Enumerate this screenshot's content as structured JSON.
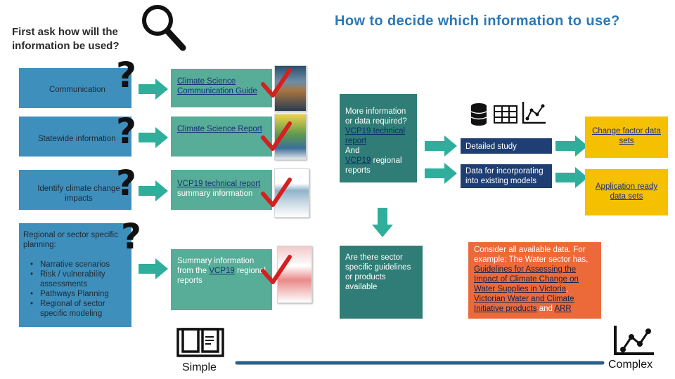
{
  "header": {
    "title": "How to decide which information to use?",
    "first_ask": "First ask  how will the information be used?"
  },
  "left_boxes": {
    "communication": "Communication",
    "statewide": "Statewide information",
    "identify": "Identify climate change impacts",
    "regional_title": "Regional or sector  specific planning:",
    "regional_items": [
      "Narrative scenarios",
      "Risk / vulnerability assessments",
      "Pathways Planning",
      "Regional of sector specific modeling"
    ]
  },
  "question_mark": "?",
  "resources": {
    "guide": "Climate Science Communication Guide",
    "report": "Climate Science Report",
    "vcp19_link": "VCP19 technical report",
    "vcp19_rest": " summary information",
    "summary_pre": "Summary information from the ",
    "summary_link": "VCP19",
    "summary_post": " regional reports"
  },
  "center": {
    "more_info": "More information or data required?",
    "vcp19_tech": "VCP19 technical report",
    "and": "And",
    "vcp19": "VCP19",
    "regional_reports": " regional reports",
    "sector": "Are there sector specific guidelines or products available"
  },
  "right": {
    "detailed_study": "Detailed study",
    "incorporating": "Data for incorporating into existing models",
    "change_factor": "Change factor data sets",
    "application_ready": "Application ready data sets",
    "consider": "Consider all available data. For example: The Water sector has, ",
    "guidelines_link": "Guidelines for Assessing the Impact of Climate Change on Water Supplies in Victoria",
    "sep": ", ",
    "vwci_link": "Victorian Water and Climate Initiative products",
    "and_word": " and ",
    "arr_link": "ARR"
  },
  "scale": {
    "simple": "Simple",
    "complex": "Complex"
  },
  "colors": {
    "blue": "#3f8fbd",
    "teal": "#57ad97",
    "dark_teal": "#2f7d76",
    "navy": "#1f3f74",
    "yellow": "#f5c000",
    "orange": "#ec6a3a",
    "check_red": "#d42020",
    "arrow_teal": "#2fae9c"
  },
  "icons": [
    "magnifier-icon",
    "question-mark-icon",
    "check-icon",
    "database-icon",
    "table-icon",
    "line-chart-icon",
    "book-icon",
    "arrow-icon"
  ]
}
